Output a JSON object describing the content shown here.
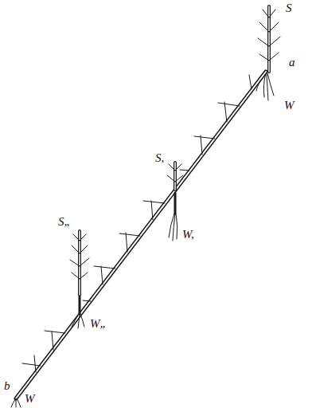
{
  "diagram": {
    "labels": [
      "S",
      "a",
      "W",
      "S,",
      "W,",
      "S„",
      "W„",
      "b",
      "W"
    ]
  }
}
